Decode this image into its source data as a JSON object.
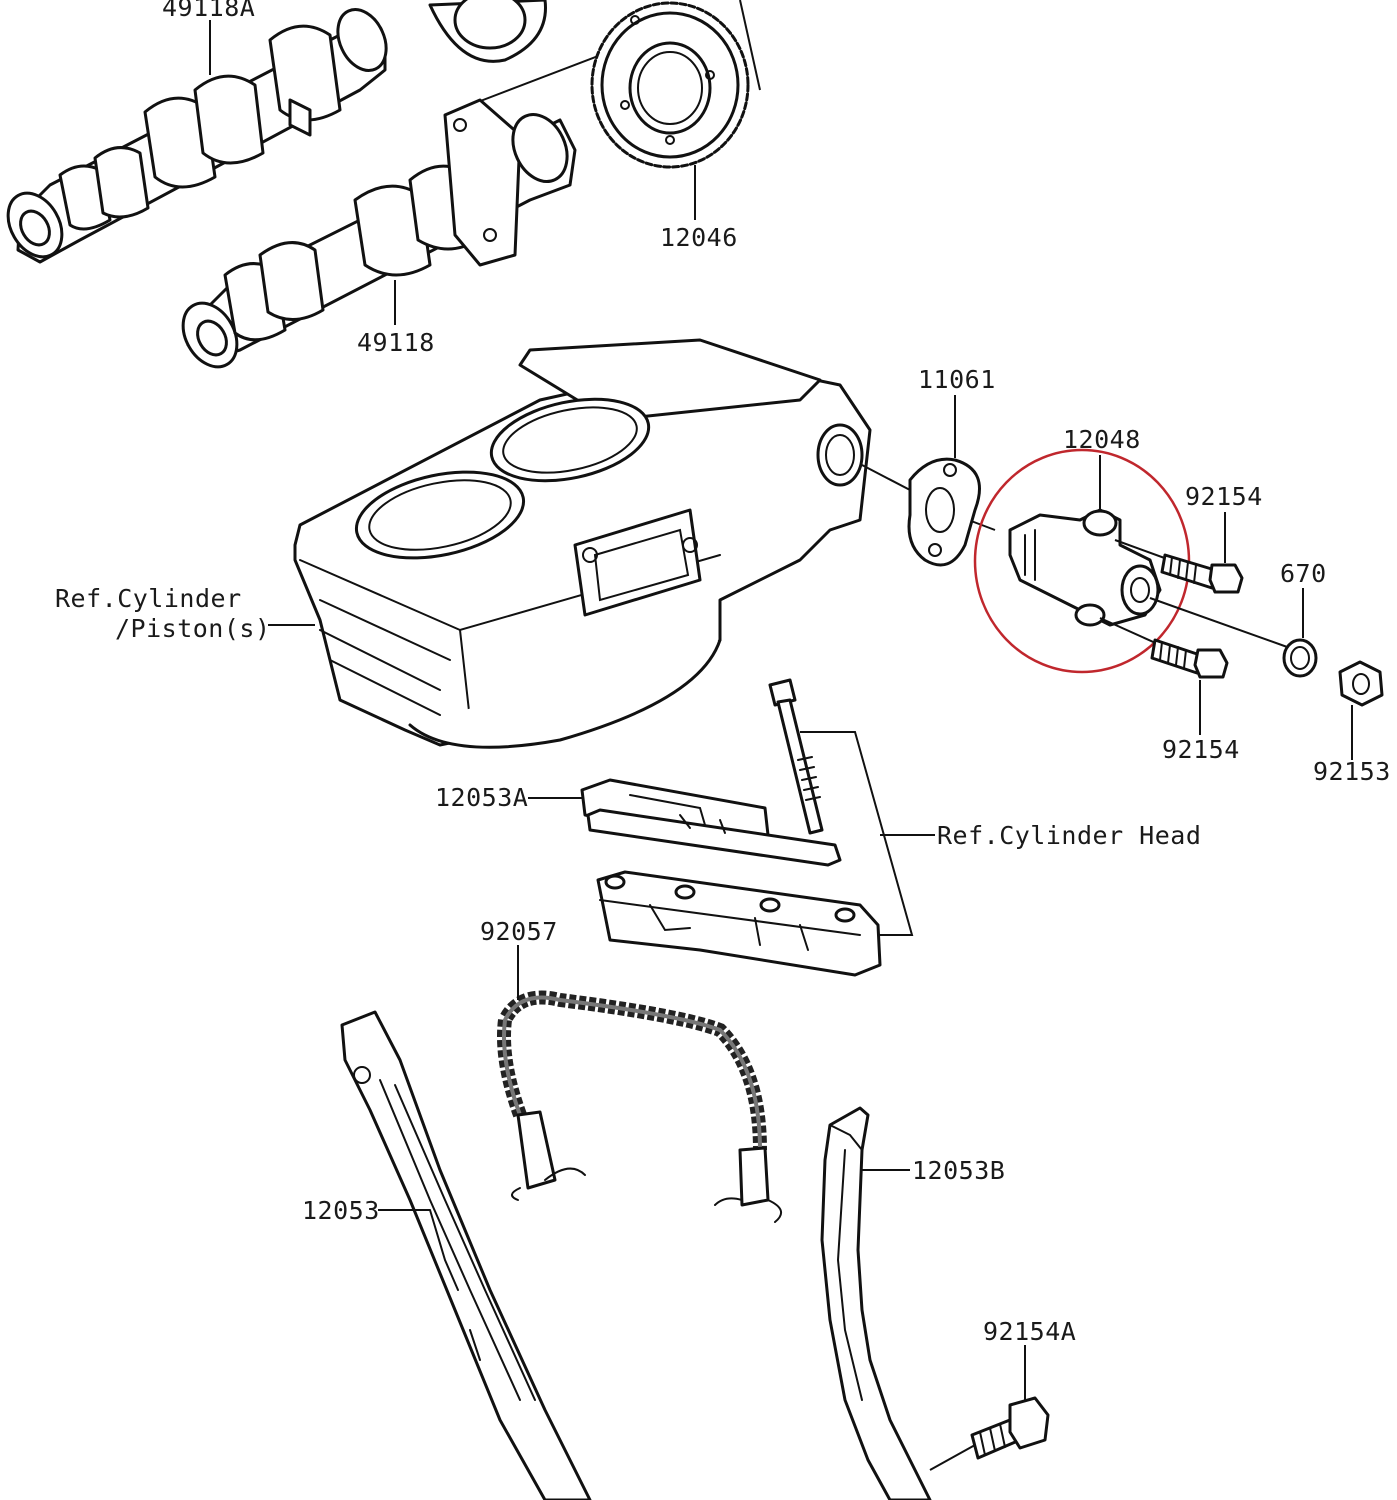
{
  "labels": {
    "cam_a": "49118A",
    "cam": "49118",
    "sprocket": "12046",
    "gasket": "11061",
    "tensioner": "12048",
    "bolt_upper": "92154",
    "bolt_lower": "92154",
    "oring": "670",
    "nut": "92153",
    "ref_cylinder_line1": "Ref.Cylinder",
    "ref_cylinder_line2": "/Piston(s)",
    "guide_a": "12053A",
    "ref_head": "Ref.Cylinder Head",
    "chain": "92057",
    "guide_b": "12053B",
    "guide": "12053",
    "bolt_a": "92154A"
  },
  "highlight": {
    "target": "tensioner",
    "color": "#c0272d"
  }
}
